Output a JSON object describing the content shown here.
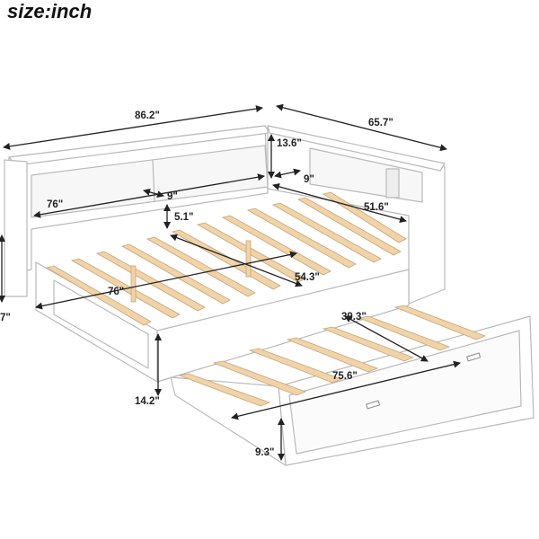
{
  "title": "size:inch",
  "dimensions": {
    "overall_length": "86.2\"",
    "overall_width": "65.7\"",
    "shelf_height": "13.6\"",
    "shelf_depth": "9\"",
    "inner_side_length": "51.6\"",
    "shelf_length": "76\"",
    "shelf_gap": "9\"",
    "headboard_to_slats": "5.1\"",
    "mattress_width": "54.3\"",
    "mattress_length": "76\"",
    "trundle_height_clearance": "14.2\"",
    "trundle_width": "39.3\"",
    "trundle_length": "75.6\"",
    "trundle_panel_height": "9.3\"",
    "left_edge_partial": "7\""
  },
  "colors": {
    "frame": "#ffffff",
    "frame_stroke": "#b9b9b9",
    "slat": "#f0d3a8",
    "slat_stroke": "#c8a476",
    "dimension_line": "#222222"
  }
}
